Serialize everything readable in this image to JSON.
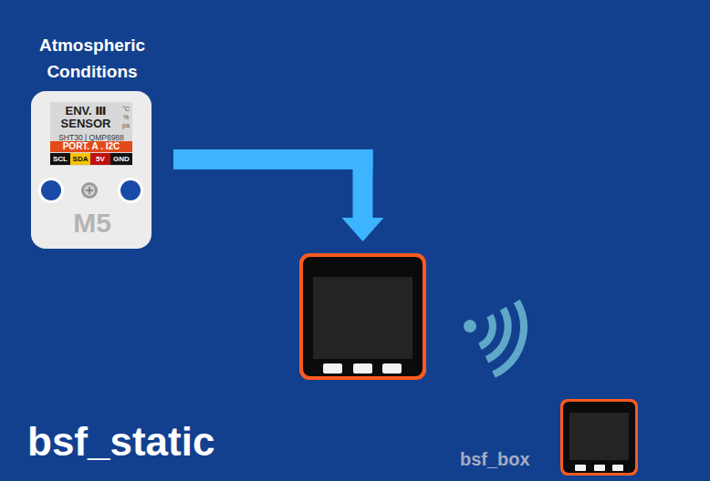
{
  "diagram": {
    "nodes": [
      {
        "text": [
          "Atmospheric Conditions",
          "ENV. Ⅲ SENSOR",
          "°C % pa",
          "SHT30 | QMP6988",
          "PORT. A . I2C",
          "SCL",
          "SDA",
          "5V",
          "GND",
          "M5"
        ]
      },
      {
        "text": [
          "bsf_static"
        ]
      },
      {
        "text": [
          "bsf_box"
        ]
      }
    ],
    "edges": [
      {
        "from": 0,
        "to": 1,
        "arrow": "to"
      }
    ]
  }
}
